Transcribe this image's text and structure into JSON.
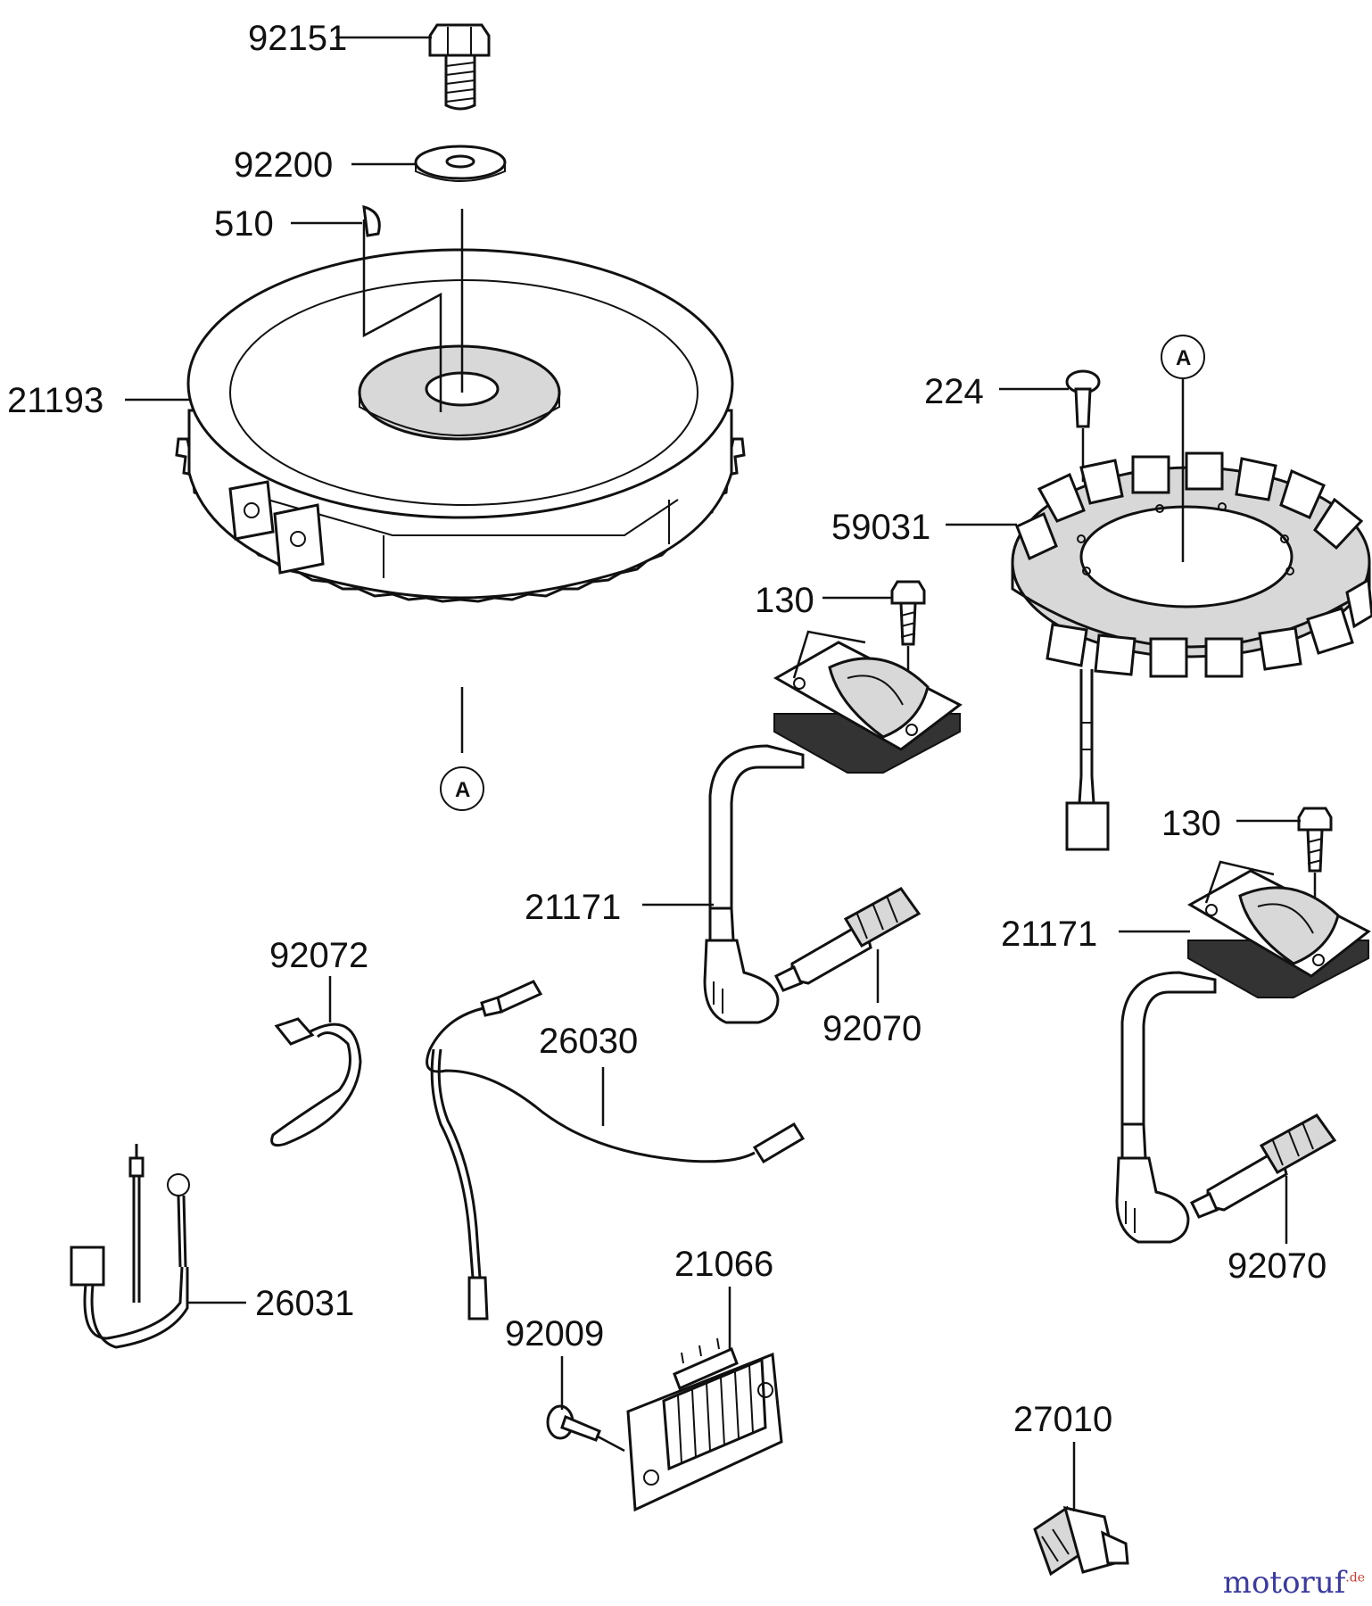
{
  "parts": {
    "p92151": "92151",
    "p92200": "92200",
    "p510": "510",
    "p21193": "21193",
    "p224": "224",
    "p59031": "59031",
    "p130a": "130",
    "p130b": "130",
    "p21171a": "21171",
    "p21171b": "21171",
    "p92072": "92072",
    "p26030": "26030",
    "p92070a": "92070",
    "p92070b": "92070",
    "p26031": "26031",
    "p21066": "21066",
    "p92009": "92009",
    "p27010": "27010"
  },
  "refs": {
    "a1": "A",
    "a2": "A"
  },
  "watermark": {
    "brand": "motoruf",
    "tld": ".de"
  }
}
